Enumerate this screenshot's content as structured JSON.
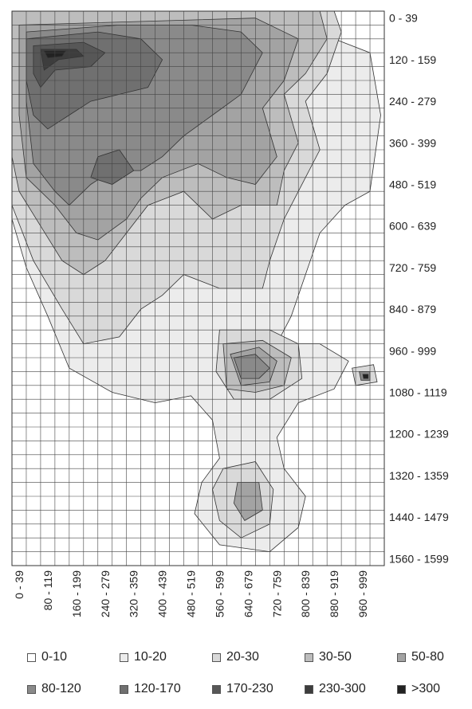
{
  "chart_data": {
    "type": "heatmap",
    "title": "",
    "xlabel": "",
    "ylabel": "",
    "x_ticks": [
      "0 - 39",
      "80 - 119",
      "160 - 199",
      "240 - 279",
      "320 - 359",
      "400 - 439",
      "480 - 519",
      "560 - 599",
      "640 - 679",
      "720 - 759",
      "800 - 839",
      "880 - 919",
      "960 - 999"
    ],
    "y_ticks": [
      "0 - 39",
      "120 - 159",
      "240 - 279",
      "360 - 399",
      "480 - 519",
      "600 - 639",
      "720 - 759",
      "840 - 879",
      "960 - 999",
      "1080 - 1119",
      "1200 - 1239",
      "1320 - 1359",
      "1440 - 1479",
      "1560 - 1599"
    ],
    "x_range": [
      0,
      1039
    ],
    "y_range": [
      0,
      1599
    ],
    "bin_size": 40,
    "grid": true,
    "legend_position": "bottom",
    "levels": [
      {
        "label": "0-10",
        "color": "#ffffff"
      },
      {
        "label": "10-20",
        "color": "#ececec"
      },
      {
        "label": "20-30",
        "color": "#d9d9d9"
      },
      {
        "label": "30-50",
        "color": "#bdbdbd"
      },
      {
        "label": "50-80",
        "color": "#a3a3a3"
      },
      {
        "label": "80-120",
        "color": "#8a8a8a"
      },
      {
        "label": "120-170",
        "color": "#707070"
      },
      {
        "label": "170-230",
        "color": "#575757"
      },
      {
        "label": "230-300",
        "color": "#3d3d3d"
      },
      {
        "label": ">300",
        "color": "#222222"
      }
    ],
    "regions": [
      {
        "level": 1,
        "points": [
          [
            0,
            0
          ],
          [
            580,
            0
          ],
          [
            760,
            60
          ],
          [
            900,
            80
          ],
          [
            1000,
            120
          ],
          [
            1030,
            300
          ],
          [
            1000,
            520
          ],
          [
            930,
            560
          ],
          [
            860,
            640
          ],
          [
            820,
            760
          ],
          [
            780,
            880
          ],
          [
            740,
            960
          ],
          [
            860,
            960
          ],
          [
            940,
            1010
          ],
          [
            900,
            1090
          ],
          [
            800,
            1130
          ],
          [
            740,
            1230
          ],
          [
            760,
            1320
          ],
          [
            820,
            1400
          ],
          [
            800,
            1490
          ],
          [
            720,
            1560
          ],
          [
            580,
            1540
          ],
          [
            510,
            1450
          ],
          [
            530,
            1360
          ],
          [
            580,
            1290
          ],
          [
            560,
            1180
          ],
          [
            500,
            1110
          ],
          [
            400,
            1130
          ],
          [
            280,
            1100
          ],
          [
            160,
            1030
          ],
          [
            100,
            880
          ],
          [
            40,
            740
          ],
          [
            0,
            600
          ]
        ]
      },
      {
        "level": 2,
        "points": [
          [
            0,
            0
          ],
          [
            900,
            0
          ],
          [
            920,
            60
          ],
          [
            880,
            180
          ],
          [
            820,
            260
          ],
          [
            860,
            400
          ],
          [
            800,
            520
          ],
          [
            760,
            600
          ],
          [
            720,
            720
          ],
          [
            700,
            800
          ],
          [
            580,
            800
          ],
          [
            480,
            760
          ],
          [
            420,
            820
          ],
          [
            360,
            860
          ],
          [
            300,
            940
          ],
          [
            200,
            960
          ],
          [
            140,
            860
          ],
          [
            60,
            720
          ],
          [
            0,
            560
          ]
        ]
      },
      {
        "level": 2,
        "points": [
          [
            580,
            920
          ],
          [
            720,
            920
          ],
          [
            800,
            960
          ],
          [
            810,
            1060
          ],
          [
            720,
            1120
          ],
          [
            620,
            1120
          ],
          [
            570,
            1040
          ]
        ]
      },
      {
        "level": 2,
        "points": [
          [
            590,
            1320
          ],
          [
            680,
            1300
          ],
          [
            730,
            1380
          ],
          [
            720,
            1480
          ],
          [
            640,
            1520
          ],
          [
            580,
            1470
          ],
          [
            560,
            1380
          ]
        ]
      },
      {
        "level": 3,
        "points": [
          [
            0,
            0
          ],
          [
            860,
            0
          ],
          [
            880,
            80
          ],
          [
            820,
            180
          ],
          [
            760,
            240
          ],
          [
            800,
            380
          ],
          [
            760,
            460
          ],
          [
            740,
            560
          ],
          [
            640,
            560
          ],
          [
            560,
            600
          ],
          [
            480,
            520
          ],
          [
            380,
            560
          ],
          [
            320,
            640
          ],
          [
            260,
            720
          ],
          [
            200,
            760
          ],
          [
            140,
            720
          ],
          [
            80,
            620
          ],
          [
            20,
            520
          ],
          [
            0,
            420
          ]
        ]
      },
      {
        "level": 3,
        "points": [
          [
            590,
            960
          ],
          [
            700,
            950
          ],
          [
            780,
            1000
          ],
          [
            760,
            1080
          ],
          [
            680,
            1100
          ],
          [
            600,
            1090
          ]
        ]
      },
      {
        "level": 4,
        "points": [
          [
            20,
            40
          ],
          [
            680,
            20
          ],
          [
            800,
            80
          ],
          [
            760,
            200
          ],
          [
            700,
            280
          ],
          [
            740,
            420
          ],
          [
            680,
            500
          ],
          [
            600,
            480
          ],
          [
            520,
            440
          ],
          [
            420,
            480
          ],
          [
            360,
            540
          ],
          [
            320,
            600
          ],
          [
            240,
            660
          ],
          [
            180,
            640
          ],
          [
            120,
            560
          ],
          [
            40,
            480
          ],
          [
            20,
            300
          ]
        ]
      },
      {
        "level": 4,
        "points": [
          [
            610,
            990
          ],
          [
            690,
            970
          ],
          [
            740,
            1010
          ],
          [
            720,
            1070
          ],
          [
            640,
            1080
          ]
        ]
      },
      {
        "level": 4,
        "points": [
          [
            630,
            1360
          ],
          [
            690,
            1360
          ],
          [
            700,
            1440
          ],
          [
            650,
            1470
          ],
          [
            620,
            1420
          ]
        ]
      },
      {
        "level": 5,
        "points": [
          [
            40,
            60
          ],
          [
            300,
            40
          ],
          [
            500,
            40
          ],
          [
            640,
            60
          ],
          [
            700,
            120
          ],
          [
            640,
            240
          ],
          [
            560,
            300
          ],
          [
            480,
            360
          ],
          [
            420,
            420
          ],
          [
            360,
            460
          ],
          [
            280,
            460
          ],
          [
            220,
            500
          ],
          [
            160,
            560
          ],
          [
            120,
            520
          ],
          [
            60,
            440
          ],
          [
            40,
            260
          ]
        ]
      },
      {
        "level": 5,
        "points": [
          [
            620,
            1000
          ],
          [
            680,
            990
          ],
          [
            720,
            1030
          ],
          [
            690,
            1060
          ],
          [
            640,
            1060
          ]
        ]
      },
      {
        "level": 6,
        "points": [
          [
            40,
            80
          ],
          [
            240,
            60
          ],
          [
            360,
            80
          ],
          [
            420,
            140
          ],
          [
            380,
            220
          ],
          [
            300,
            240
          ],
          [
            220,
            260
          ],
          [
            160,
            300
          ],
          [
            100,
            340
          ],
          [
            60,
            300
          ],
          [
            40,
            200
          ]
        ]
      },
      {
        "level": 6,
        "points": [
          [
            240,
            420
          ],
          [
            300,
            400
          ],
          [
            340,
            460
          ],
          [
            280,
            500
          ],
          [
            220,
            480
          ]
        ]
      },
      {
        "level": 7,
        "points": [
          [
            60,
            100
          ],
          [
            200,
            90
          ],
          [
            260,
            120
          ],
          [
            220,
            160
          ],
          [
            120,
            170
          ],
          [
            80,
            220
          ],
          [
            60,
            180
          ]
        ]
      },
      {
        "level": 8,
        "points": [
          [
            80,
            110
          ],
          [
            180,
            110
          ],
          [
            200,
            130
          ],
          [
            130,
            140
          ],
          [
            90,
            170
          ]
        ]
      },
      {
        "level": 9,
        "points": [
          [
            90,
            115
          ],
          [
            150,
            115
          ],
          [
            140,
            130
          ],
          [
            100,
            135
          ]
        ]
      },
      {
        "level": 2,
        "points": [
          [
            950,
            1030
          ],
          [
            1010,
            1020
          ],
          [
            1020,
            1070
          ],
          [
            960,
            1080
          ]
        ]
      },
      {
        "level": 5,
        "points": [
          [
            970,
            1040
          ],
          [
            1000,
            1040
          ],
          [
            1000,
            1065
          ],
          [
            975,
            1065
          ]
        ]
      },
      {
        "level": 9,
        "points": [
          [
            980,
            1048
          ],
          [
            995,
            1048
          ],
          [
            995,
            1060
          ],
          [
            982,
            1060
          ]
        ]
      }
    ]
  }
}
